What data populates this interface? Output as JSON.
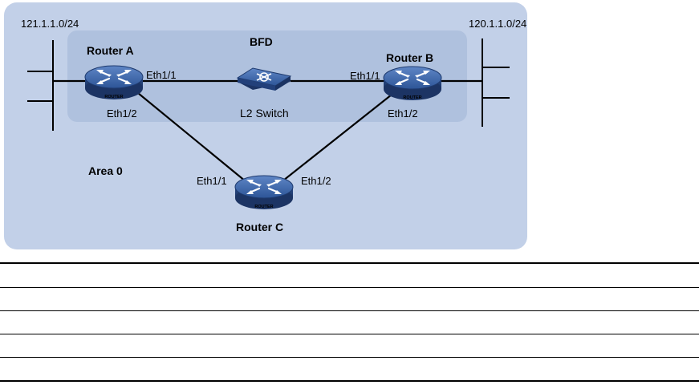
{
  "diagram": {
    "area_label": "Area 0",
    "bfd_label": "BFD",
    "subnet_left": "121.1.1.0/24",
    "subnet_right": "120.1.1.0/24",
    "switch_label": "L2 Switch",
    "device_badge": "ROUTER",
    "routers": {
      "a": {
        "name": "Router A",
        "port1": "Eth1/1",
        "port2": "Eth1/2"
      },
      "b": {
        "name": "Router B",
        "port1": "Eth1/1",
        "port2": "Eth1/2"
      },
      "c": {
        "name": "Router C",
        "port1": "Eth1/1",
        "port2": "Eth1/2"
      }
    },
    "colors": {
      "area_fill": "#c2d0e8",
      "bfd_fill": "#afc1de",
      "device_blue": "#2e4f8e"
    }
  },
  "table": {
    "rows": [
      "",
      "",
      "",
      "",
      ""
    ]
  }
}
